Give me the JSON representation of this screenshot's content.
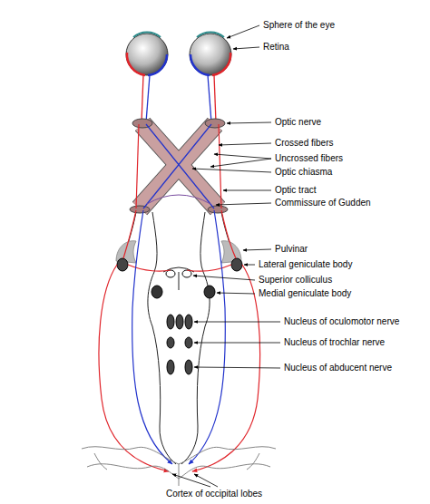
{
  "diagram": {
    "labels": [
      "Sphere of the eye",
      "Retina",
      "Optic nerve",
      "Crossed fibers",
      "Uncrossed fibers",
      "Optic chiasma",
      "Optic tract",
      "Commissure of Gudden",
      "Pulvinar",
      "Lateral geniculate body",
      "Superior colliculus",
      "Medial geniculate body",
      "Nucleus of oculomotor nerve",
      "Nucleus of trochlar nerve",
      "Nucleus of abducent nerve",
      "Cortex of occipital lobes"
    ]
  }
}
